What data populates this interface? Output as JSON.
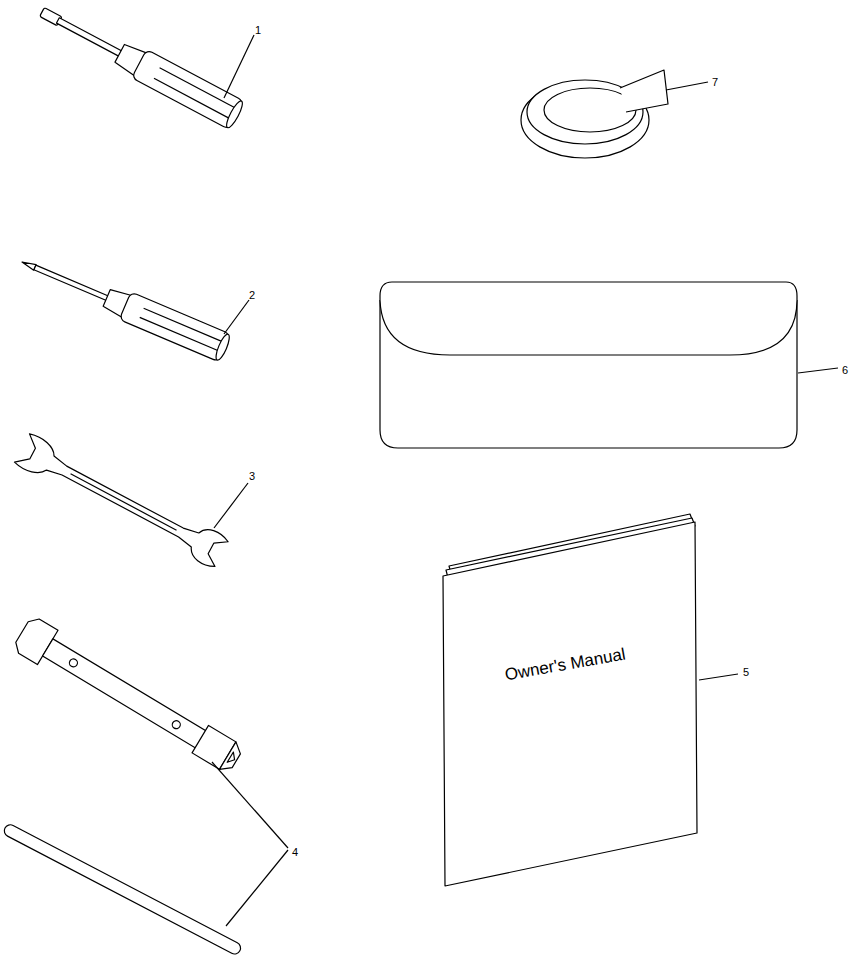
{
  "diagram": {
    "labels": [
      "1",
      "2",
      "3",
      "4",
      "5",
      "6",
      "7",
      "Owner's Manual"
    ]
  }
}
